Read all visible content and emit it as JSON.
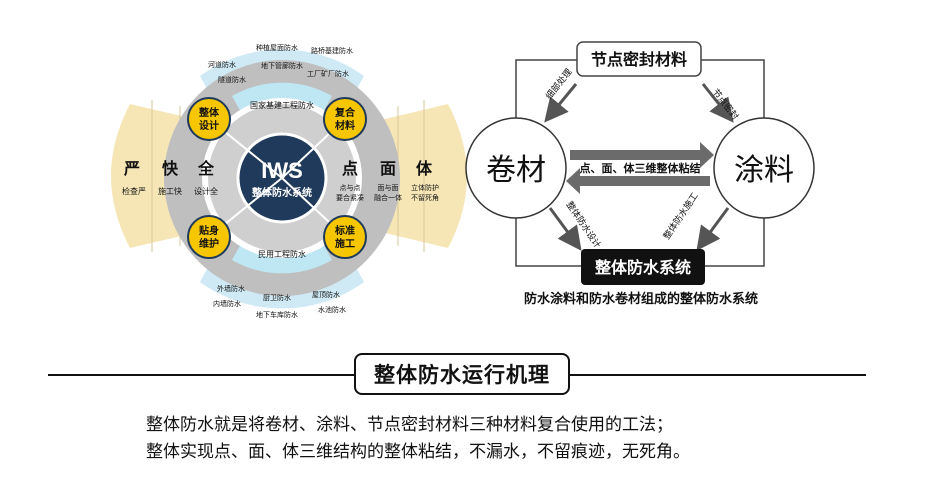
{
  "left_diagram": {
    "center": {
      "title": "IWS",
      "subtitle": "整体防水系统"
    },
    "nodes": [
      {
        "id": "top_left",
        "label_lines": [
          "整体",
          "设计"
        ]
      },
      {
        "id": "top_right",
        "label_lines": [
          "复合",
          "材料"
        ]
      },
      {
        "id": "bottom_left",
        "label_lines": [
          "贴身",
          "维护"
        ]
      },
      {
        "id": "bottom_right",
        "label_lines": [
          "标准",
          "施工"
        ]
      }
    ],
    "upper_band": "国家基建工程防水",
    "lower_band": "民用工程防水",
    "upper_tags": [
      "河道防水",
      "种植屋面防水",
      "路桥基建防水",
      "隧道防水",
      "地下管廊防水",
      "工厂矿厂防水"
    ],
    "lower_tags": [
      "外墙防水",
      "厨卫防水",
      "屋顶防水",
      "内墙防水",
      "地下车库防水",
      "水池防水"
    ],
    "left_wing": [
      {
        "big": "严",
        "small": "检查严"
      },
      {
        "big": "快",
        "small": "施工快"
      },
      {
        "big": "全",
        "small": "设计全"
      }
    ],
    "right_wing": [
      {
        "big": "点",
        "small_lines": [
          "点与点",
          "要合紧凑"
        ]
      },
      {
        "big": "面",
        "small_lines": [
          "面与面",
          "融合一体"
        ]
      },
      {
        "big": "体",
        "small_lines": [
          "立体防护",
          "不留死角"
        ]
      }
    ],
    "colors": {
      "yellow": "#f6c600",
      "navy": "#1f3a5a",
      "gray_ring": "#bfbfbf",
      "blue_band": "#bfe6f3",
      "wing": "#f6e6b6"
    }
  },
  "right_diagram": {
    "top_box": "节点密封材料",
    "left_circle": "卷材",
    "right_circle": "涂料",
    "middle_text": "点、面、体三维整体粘结",
    "arrow_labels": {
      "upper_left": "细部处理",
      "upper_right": "节点密封",
      "lower_left": "整体防水设计",
      "lower_right": "整体防水施工"
    },
    "bottom_box": "整体防水系统",
    "caption": "防水涂料和防水卷材组成的整体防水系统"
  },
  "section_title": "整体防水运行机理",
  "description": [
    "整体防水就是将卷材、涂料、节点密封材料三种材料复合使用的工法；",
    "整体实现点、面、体三维结构的整体粘结，不漏水，不留痕迹，无死角。"
  ]
}
